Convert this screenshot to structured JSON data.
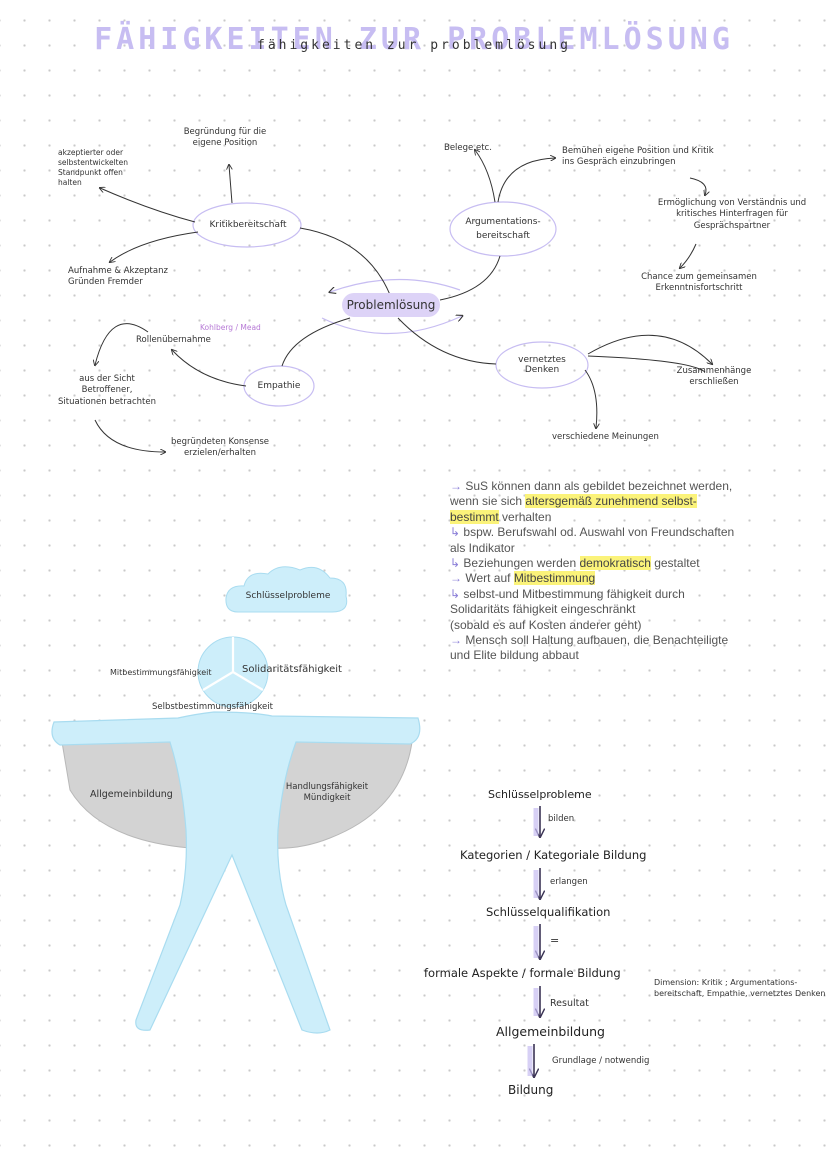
{
  "title": "FÄHIGKEITEN ZUR PROBLEMLÖSUNG",
  "title_small": "fähigkeiten zur problemlösung",
  "mindmap": {
    "center": "Problemlösung",
    "kritik": {
      "label": "Kritikbereitschaft",
      "begruendung": "Begründung für die eigene Position",
      "akzeptierter": "akzeptierter oder selbstentwickelten Standpunkt offen halten",
      "aufnahme": "Aufnahme & Akzeptanz Gründen Fremder"
    },
    "argument": {
      "label": "Argumentations-bereitschaft",
      "belege": "Belege etc.",
      "bemuehen": "Bemühen eigene Position und Kritik ins Gespräch einzubringen",
      "ermoeglichung": "Ermöglichung von Verständnis und kritisches Hinterfragen für Gesprächspartner",
      "chance": "Chance zum gemeinsamen Erkenntnisfortschritt"
    },
    "empathie": {
      "label": "Empathie",
      "kohlberg": "Kohlberg / Mead",
      "rollen": "Rollenübernahme",
      "sicht": "aus der Sicht Betroffener, Situationen betrachten",
      "konsense": "begründeten Konsense erzielen/erhalten"
    },
    "vernetzt": {
      "label": "vernetztes Denken",
      "zusammen": "Zusammenhänge erschließen",
      "meinungen": "verschiedene Meinungen"
    }
  },
  "notes": {
    "l1a": "SuS können dann als gebildet bezeichnet werden,",
    "l2a": "wenn sie sich ",
    "l2b": "altersgemäß zunehmend selbst-",
    "l3a": "bestimmt",
    "l3b": " verhalten",
    "l4": "bspw. Berufswahl od. Auswahl von Freundschaften",
    "l5": "als Indikator",
    "l6a": "Beziehungen werden ",
    "l6b": "demokratisch",
    "l6c": " gestaltet",
    "l7a": "Wert auf ",
    "l7b": "Mitbestimmung",
    "l8": "selbst-und Mitbestimmung fähigkeit durch",
    "l9": "Solidaritäts fähigkeit eingeschränkt",
    "l10": "(sobald es auf Kosten anderer geht)",
    "l11": "Mensch soll Haltung aufbauen, die Benachteiligte",
    "l12": "und Elite bildung abbaut",
    "arrow": "→",
    "sub": "↳"
  },
  "figure": {
    "cloud": "Schlüsselprobleme",
    "mitbestimmung": "Mitbestimmungsfähigkeit",
    "solidaritaet": "Solidaritätsfähigkeit",
    "selbstbestimmung": "Selbstbestimmungsfähigkeit",
    "allgemeinbildung": "Allgemeinbildung",
    "handlung": "Handlungsfähigkeit Mündigkeit"
  },
  "flow": {
    "s1": "Schlüsselprobleme",
    "a1": "bilden",
    "s2": "Kategorien / Kategoriale Bildung",
    "a2": "erlangen",
    "s3": "Schlüsselqualifikation",
    "a3": "=",
    "s4": "formale Aspekte / formale Bildung",
    "dimension": "Dimension: Kritik ; Argumentations-bereitschaft, Empathie, vernetztes Denken",
    "a4": "Resultat",
    "s5": "Allgemeinbildung",
    "a5": "Grundlage / notwendig",
    "s6": "Bildung"
  },
  "colors": {
    "accent": "#c7bdf2",
    "pill": "#ddd3f7",
    "figure": "#cdeefa",
    "bowl": "#d3d3d3",
    "highlight": "#fbf37a"
  }
}
